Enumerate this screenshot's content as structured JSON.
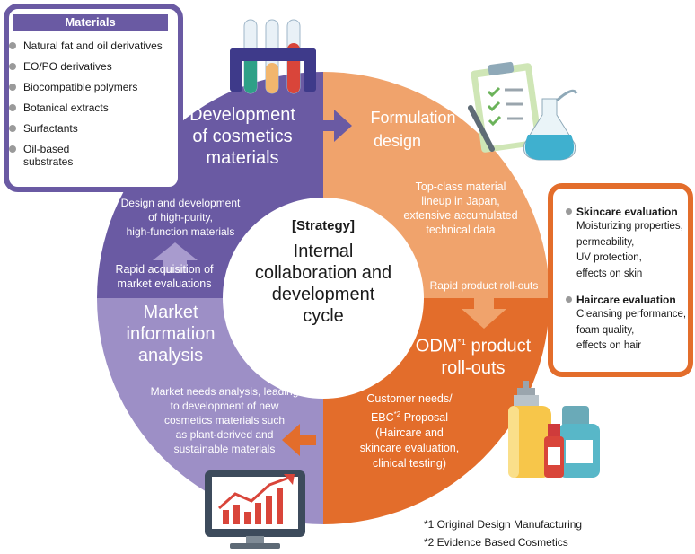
{
  "materials": {
    "heading": "Materials",
    "items": [
      "Natural fat and oil derivatives",
      "EO/PO derivatives",
      "Biocompatible polymers",
      "Botanical extracts",
      "Surfactants",
      "Oil-based substrates"
    ]
  },
  "quadrants": {
    "development": {
      "title": [
        "Development",
        "of cosmetics",
        "materials"
      ],
      "text": [
        "Design and development",
        "of high-purity,",
        "high-function materials"
      ]
    },
    "formulation": {
      "title": [
        "Formulation",
        "design"
      ],
      "text": [
        "Top-class material",
        "lineup in Japan,",
        "extensive accumulated",
        "technical data"
      ],
      "arrow_text": "Rapid product roll-outs"
    },
    "odm": {
      "title_pre": "ODM",
      "title_sup": "*1",
      "title_post": " product",
      "title_line2": "roll-outs",
      "text_line1": "Customer needs/",
      "text_pre": "EBC",
      "text_sup": "*2",
      "text_post": " Proposal",
      "text_rest": [
        "(Haircare and",
        "skincare evaluation,",
        "clinical testing)"
      ]
    },
    "market": {
      "arrow_text": [
        "Rapid acquisition of",
        "market evaluations"
      ],
      "title": [
        "Market",
        "information",
        "analysis"
      ],
      "text": [
        "Market needs analysis, leading",
        "to development of new",
        "cosmetics materials such",
        "as plant-derived and",
        "sustainable materials"
      ]
    }
  },
  "center": {
    "heading": "[Strategy]",
    "lines": [
      "Internal",
      "collaboration and",
      "development",
      "cycle"
    ]
  },
  "evaluation": {
    "skincare": {
      "title": "Skincare evaluation",
      "lines": [
        "Moisturizing properties,",
        "permeability,",
        "UV protection,",
        "effects on skin"
      ]
    },
    "haircare": {
      "title": "Haircare evaluation",
      "lines": [
        "Cleansing performance,",
        "foam quality,",
        "effects on hair"
      ]
    }
  },
  "footnotes": [
    "*1 Original Design Manufacturing",
    "*2 Evidence Based Cosmetics"
  ],
  "colors": {
    "purple_dark": "#6a5aa3",
    "purple_light": "#9d8fc6",
    "orange_light": "#f0a36c",
    "orange_dark": "#e36d2b"
  },
  "icons": [
    "test-tubes-icon",
    "clipboard-flask-icon",
    "bottles-icon",
    "monitor-chart-icon"
  ]
}
